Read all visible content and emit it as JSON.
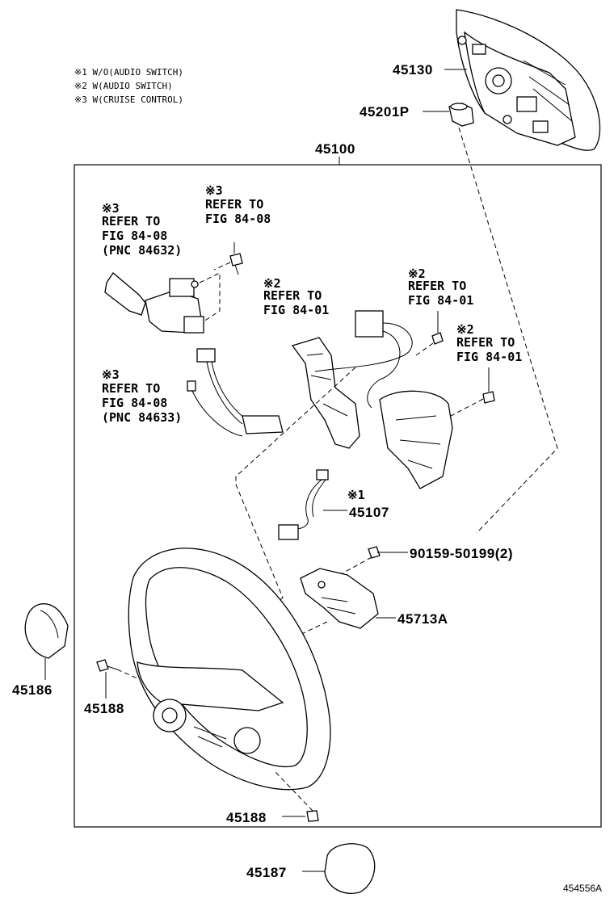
{
  "notes": [
    "※1 W/O(AUDIO SWITCH)",
    "※2 W(AUDIO SWITCH)",
    "※3 W(CRUISE CONTROL)"
  ],
  "part_numbers": {
    "airbag": "45130",
    "airbag_nut": "45201P",
    "wheel_assy": "45100",
    "wire_45107": "45107",
    "bolt": "90159-50199(2)",
    "cover_45713A": "45713A",
    "cover_45186": "45186",
    "screw_left": "45188",
    "screw_bottom": "45188",
    "cap_45187": "45187"
  },
  "marks": {
    "m1": "※1",
    "m2a": "※2",
    "m2b": "※2",
    "m2c": "※2",
    "m3a": "※3",
    "m3b": "※3",
    "m3c": "※3"
  },
  "refs": {
    "cruise_switch": [
      "REFER TO",
      "FIG 84-08",
      "(PNC 84632)"
    ],
    "cruise_screw": [
      "REFER TO",
      "FIG 84-08"
    ],
    "cruise_wire": [
      "REFER TO",
      "FIG 84-08",
      "(PNC 84633)"
    ],
    "audio_left": [
      "REFER TO",
      "FIG 84-01"
    ],
    "audio_screw": [
      "REFER TO",
      "FIG 84-01"
    ],
    "audio_right": [
      "REFER TO",
      "FIG 84-01"
    ]
  },
  "figure_id": "454556A"
}
